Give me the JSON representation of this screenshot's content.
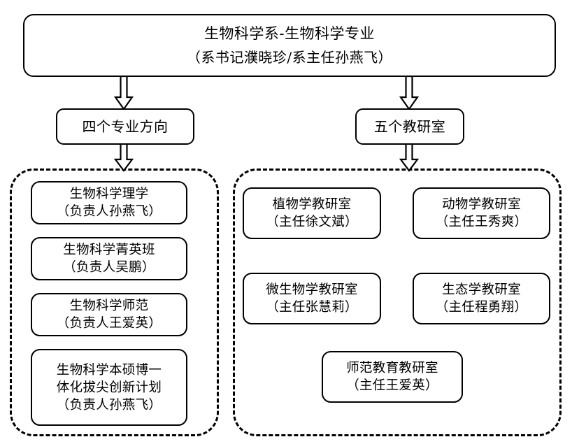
{
  "diagram": {
    "title_root": "生物科学系-生物科学专业",
    "subtitle_root": "（系书记濮晓珍/系主任孙燕飞）",
    "branches": {
      "directions_label": "四个专业方向",
      "offices_label": "五个教研室"
    },
    "directions": [
      {
        "name": "生物科学理学",
        "lead": "（负责人孙燕飞）"
      },
      {
        "name": "生物科学菁英班",
        "lead": "（负责人吴鹏）"
      },
      {
        "name": "生物科学师范",
        "lead": "（负责人王爱英）"
      },
      {
        "name": "生物科学本硕博一",
        "name2": "体化拔尖创新计划",
        "lead": "（负责人孙燕飞）"
      }
    ],
    "offices": [
      {
        "name": "植物学教研室",
        "lead": "（主任徐文斌）"
      },
      {
        "name": "动物学教研室",
        "lead": "（主任王秀爽）"
      },
      {
        "name": "微生物学教研室",
        "lead": "（主任张慧莉）"
      },
      {
        "name": "生态学教研室",
        "lead": "（主任程勇翔）"
      },
      {
        "name": "师范教育教研室",
        "lead": "（主任王爱英）"
      }
    ],
    "arrows": {
      "root_to_directions": "down-block-arrow",
      "root_to_offices": "down-block-arrow",
      "directions_to_group": "down-block-arrow",
      "offices_to_group": "down-block-arrow"
    },
    "colors": {
      "stroke": "#000000",
      "fill": "#ffffff",
      "background": "#ffffff"
    }
  }
}
